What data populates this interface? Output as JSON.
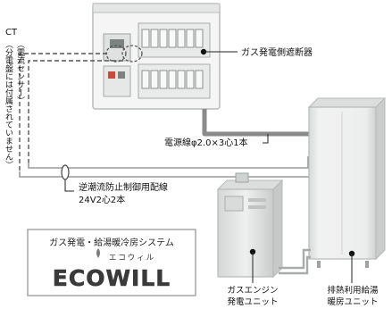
{
  "ct": {
    "label": "CT",
    "annotation_lines": [
      "（電流センサー）",
      "（分電盤には付属されていません）"
    ]
  },
  "labels": {
    "breaker": "ガス発電側遮断器",
    "power_line": "電源線φ2.0×3心1本",
    "control_line_1": "逆潮流防止制御用配線",
    "control_line_2": "24V2心2本",
    "engine_unit_1": "ガスエンジン",
    "engine_unit_2": "発電ユニット",
    "storage_unit_1": "排熱利用給湯",
    "storage_unit_2": "暖房ユニット"
  },
  "logo": {
    "system_name": "ガス発電・給湯暖冷房システム",
    "brand_kana": "エコウィル",
    "brand_roman": "ECOWILL"
  },
  "colors": {
    "device_body": "#e9ebea",
    "device_edge": "#b9bdbc",
    "power_cable": "#8a8a8a",
    "control_cable": "#9a9a9a",
    "ct_line": "#555555",
    "text": "#111111"
  }
}
